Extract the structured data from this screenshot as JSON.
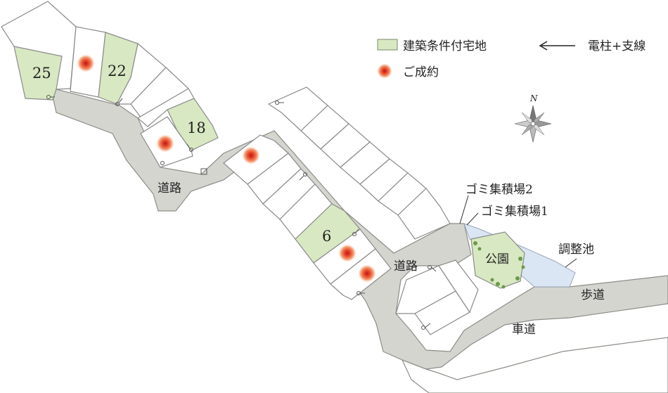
{
  "lots": {
    "lot_25": "25",
    "lot_22": "22",
    "lot_18": "18",
    "lot_6": "6"
  },
  "labels": {
    "road_upper": "道路",
    "road_lower": "道路",
    "garbage_2": "ゴミ集積場2",
    "garbage_1": "ゴミ集積場1",
    "park": "公園",
    "pond": "調整池",
    "sidewalk": "歩道",
    "roadway": "車道"
  },
  "legend": {
    "conditional_lot": "建築条件付宅地",
    "pole": "電柱+支線",
    "contracted": "ご成約"
  },
  "compass": {
    "north": "N"
  },
  "colors": {
    "lot_green": "#d8e8c2",
    "road_gray": "#d5d5d0",
    "pond_blue": "#dbe6f4",
    "contract_mark": "#e84c2a"
  }
}
